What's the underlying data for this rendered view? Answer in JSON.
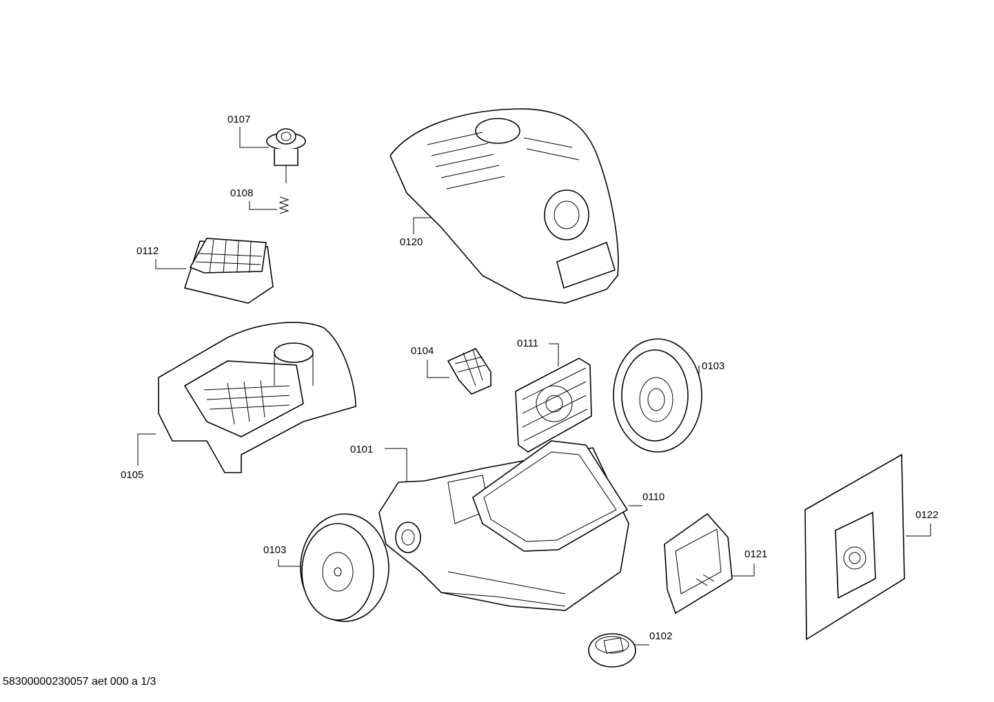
{
  "labels": {
    "p0107": "0107",
    "p0108": "0108",
    "p0112": "0112",
    "p0120": "0120",
    "p0104": "0104",
    "p0111": "0111",
    "p0103_top": "0103",
    "p0105": "0105",
    "p0101": "0101",
    "p0110": "0110",
    "p0122": "0122",
    "p0103_bottom": "0103",
    "p0121": "0121",
    "p0102": "0102"
  },
  "footer": {
    "document_id": "58300000230057 aet 000 a 1/3"
  }
}
